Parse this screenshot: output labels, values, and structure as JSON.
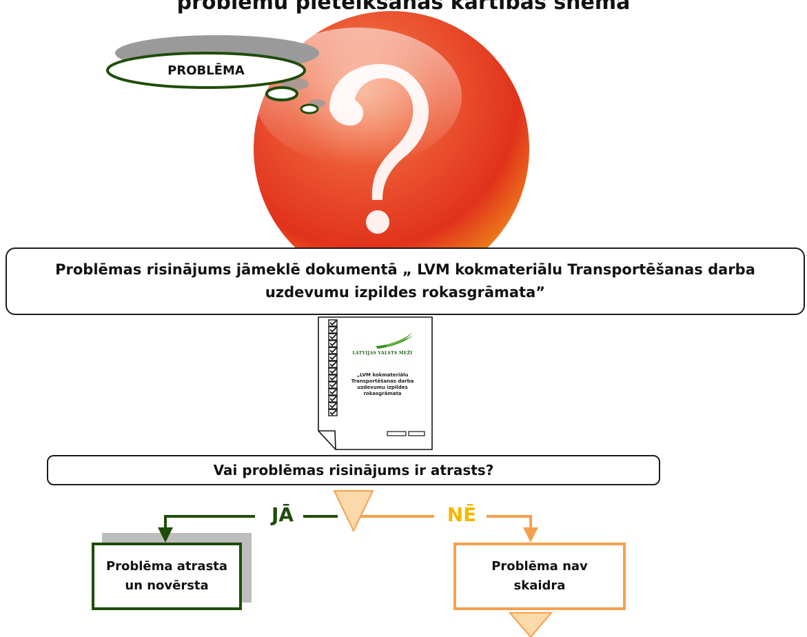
{
  "title": "problēmu pieteikšanas kārtības shēma",
  "bubble": {
    "label": "PROBLĒMA"
  },
  "main_box": {
    "line1": "Problēmas risinājums jāmeklē dokumentā „ LVM kokmateriālu Transportēšanas darba",
    "line2": "uzdevumu izpildes rokasgrāmata”"
  },
  "document": {
    "org": "LATVIJAS VALSTS MEŽI",
    "title_lines": [
      "„LVM kokmateriālu",
      "Transportēšanas darba",
      "uzdevumu izpildes",
      "rokasgrāmata"
    ],
    "checkbox_count": 14
  },
  "question": {
    "label": "Vai problēmas risinājums ir atrasts?"
  },
  "branches": {
    "yes_label": "JĀ",
    "no_label": "NĒ"
  },
  "results": {
    "yes_line1": "Problēma atrasta",
    "yes_line2": "un novērsta",
    "no_line1": "Problēma nav",
    "no_line2": "skaidra"
  },
  "colors": {
    "ball": "#e8452a",
    "yes": "#1e4d0b",
    "no": "#f5a04c",
    "no_text": "#f5b800",
    "triangle_fill": "#fcd9a8"
  }
}
